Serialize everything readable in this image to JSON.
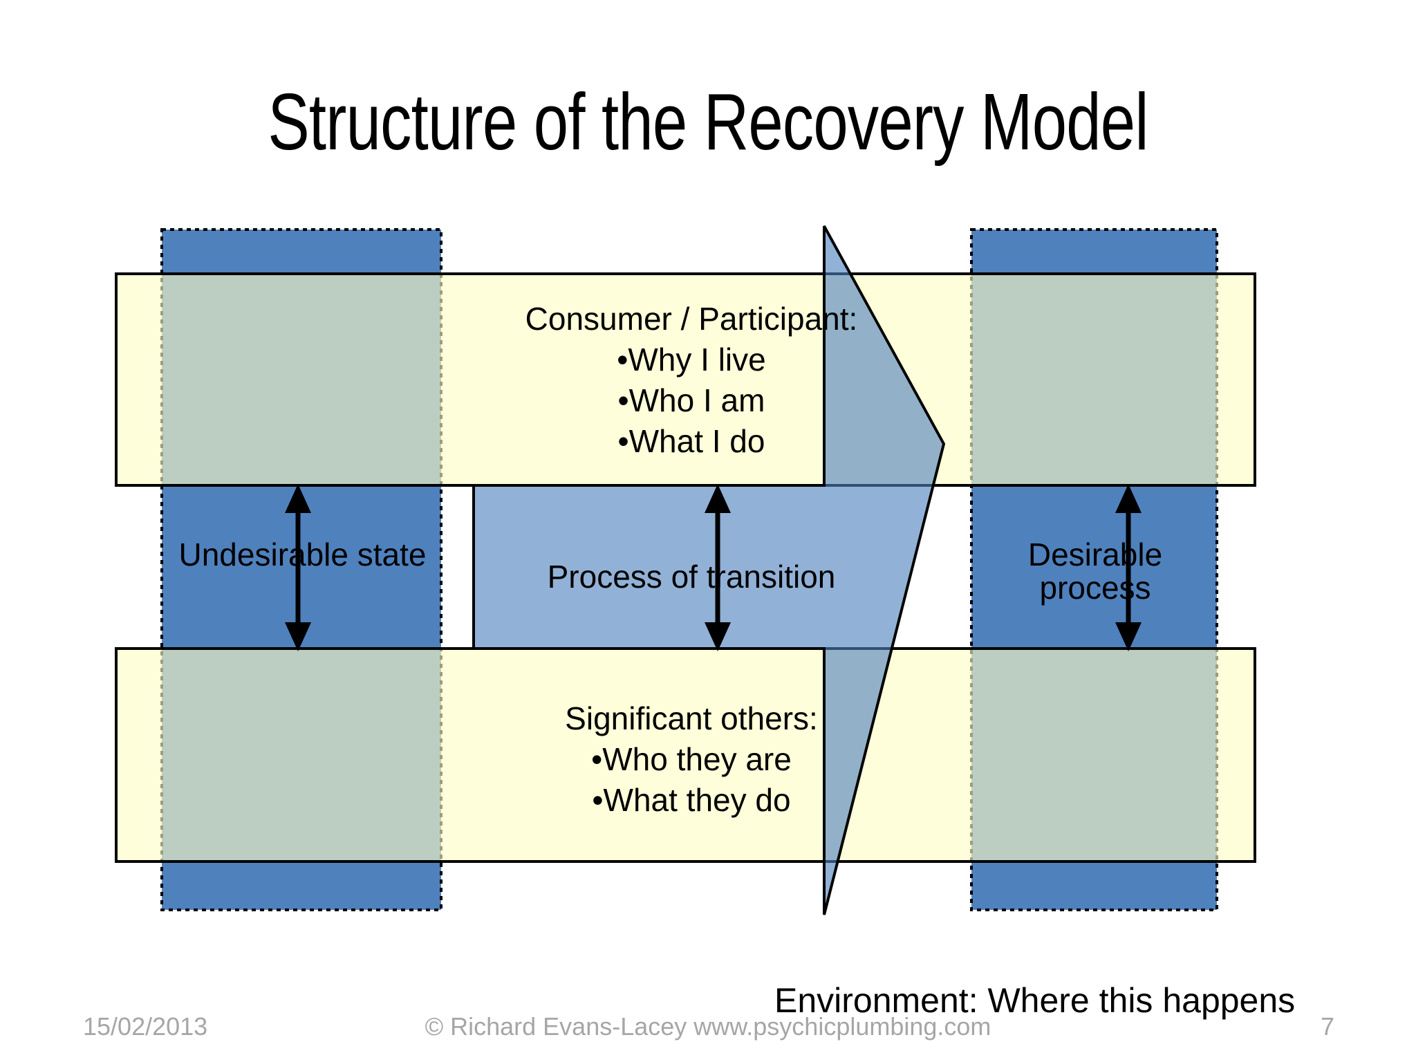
{
  "slide": {
    "title": "Structure of the Recovery Model",
    "environment_caption": "Environment: Where this happens"
  },
  "diagram": {
    "left_column_label": "Undesirable state",
    "right_column_label": "Desirable process",
    "center_arrow_label": "Process of transition",
    "upper_band": {
      "heading": "Consumer / Participant:",
      "bullets": [
        "•Why I live",
        "•Who I am",
        "•What I do"
      ]
    },
    "lower_band": {
      "heading": "Significant others:",
      "bullets": [
        "•Who they are",
        "•What they do"
      ]
    }
  },
  "colors": {
    "blue_fill": "#4f81bd",
    "yellow_fill": "#fdfdc4",
    "overlap_green": "#a6c1a8",
    "outline": "#000000",
    "arrow_outline": "#7a7a3c",
    "footer_text": "#a6a6a6"
  },
  "footer": {
    "date": "15/02/2013",
    "copyright": "© Richard Evans-Lacey www.psychicplumbing.com",
    "page_number": "7"
  }
}
